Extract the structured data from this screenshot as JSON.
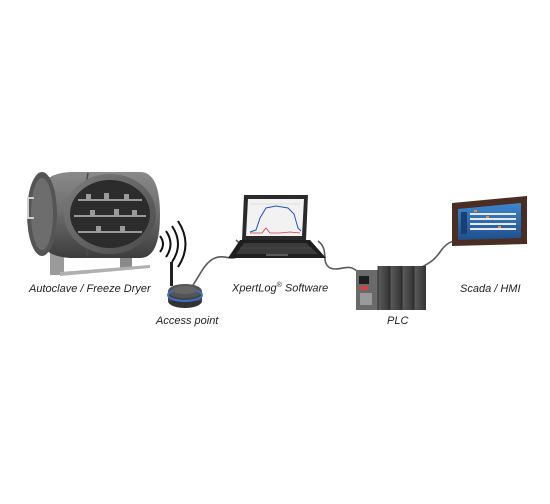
{
  "labels": {
    "autoclave": "Autoclave / Freeze Dryer",
    "access_point": "Access point",
    "software_name": "XpertLog",
    "software_mark": "®",
    "software_suffix": " Software",
    "plc": "PLC",
    "scada": "Scada / HMI"
  },
  "colors": {
    "cable": "#5a5a5a",
    "autoclave_body": "#6f6f6f",
    "autoclave_dark": "#3e3e3e",
    "access_point_ring": "#3a6fd1",
    "plc_body": "#4a4a4a",
    "hmi_frame": "#4a2e22",
    "hmi_screen": "#2f6fb5"
  },
  "icons": [
    "autoclave-icon",
    "wireless-waves-icon",
    "access-point-icon",
    "laptop-icon",
    "plc-icon",
    "hmi-panel-icon"
  ]
}
